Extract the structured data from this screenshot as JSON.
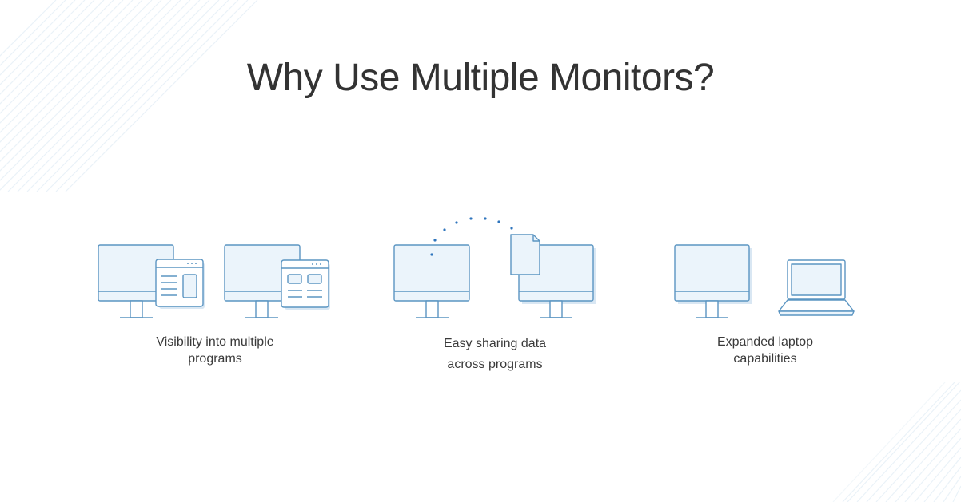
{
  "title": "Why Use Multiple Monitors?",
  "colors": {
    "stroke": "#5b95c2",
    "fill": "#ebf4fb",
    "dots": "#2f75bd",
    "shadow": "#d9e7f3",
    "deco_lines": "#eaf2f8",
    "text": "#333333"
  },
  "features": [
    {
      "icon": "monitors-with-windows-icon",
      "lines": [
        "Visibility into multiple",
        "programs"
      ]
    },
    {
      "icon": "monitors-sharing-file-icon",
      "lines": [
        "Easy sharing data",
        "across programs"
      ]
    },
    {
      "icon": "monitor-and-laptop-icon",
      "lines": [
        "Expanded laptop",
        "capabilities"
      ]
    }
  ]
}
